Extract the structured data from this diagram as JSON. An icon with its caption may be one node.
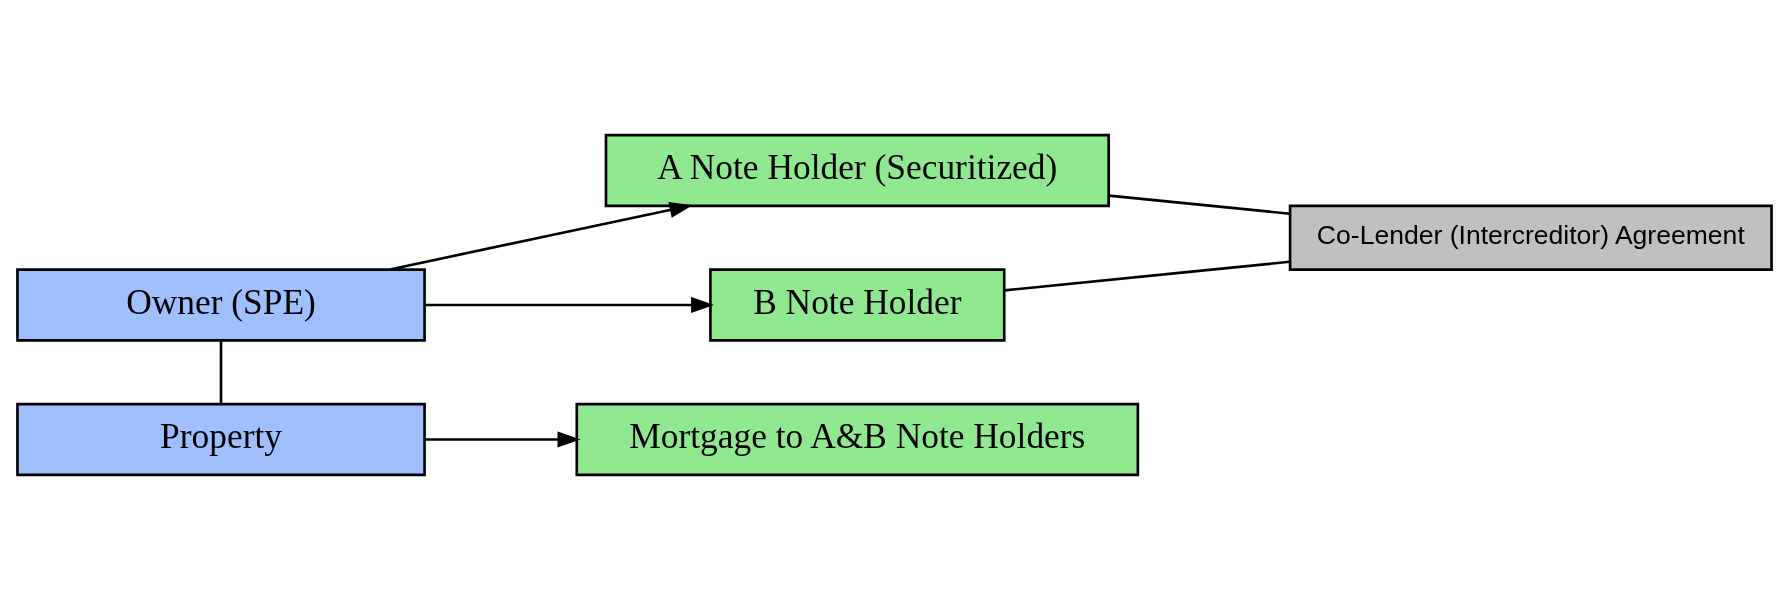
{
  "diagram": {
    "nodes": [
      {
        "text": [
          "Owner (SPE)"
        ]
      },
      {
        "text": [
          "Property"
        ]
      },
      {
        "text": [
          "A Note Holder (Securitized)"
        ]
      },
      {
        "text": [
          "B Note Holder"
        ]
      },
      {
        "text": [
          "Mortgage to A&B Note Holders"
        ]
      },
      {
        "text": [
          "Co-Lender (Intercreditor) Agreement"
        ]
      }
    ],
    "edges": [
      {
        "from": 0,
        "to": 2,
        "arrow": "to"
      },
      {
        "from": 0,
        "to": 3,
        "arrow": "to"
      },
      {
        "from": 0,
        "to": 1,
        "arrow": "none"
      },
      {
        "from": 1,
        "to": 4,
        "arrow": "to"
      },
      {
        "from": 2,
        "to": 5,
        "arrow": "none"
      },
      {
        "from": 3,
        "to": 5,
        "arrow": "none"
      }
    ]
  }
}
